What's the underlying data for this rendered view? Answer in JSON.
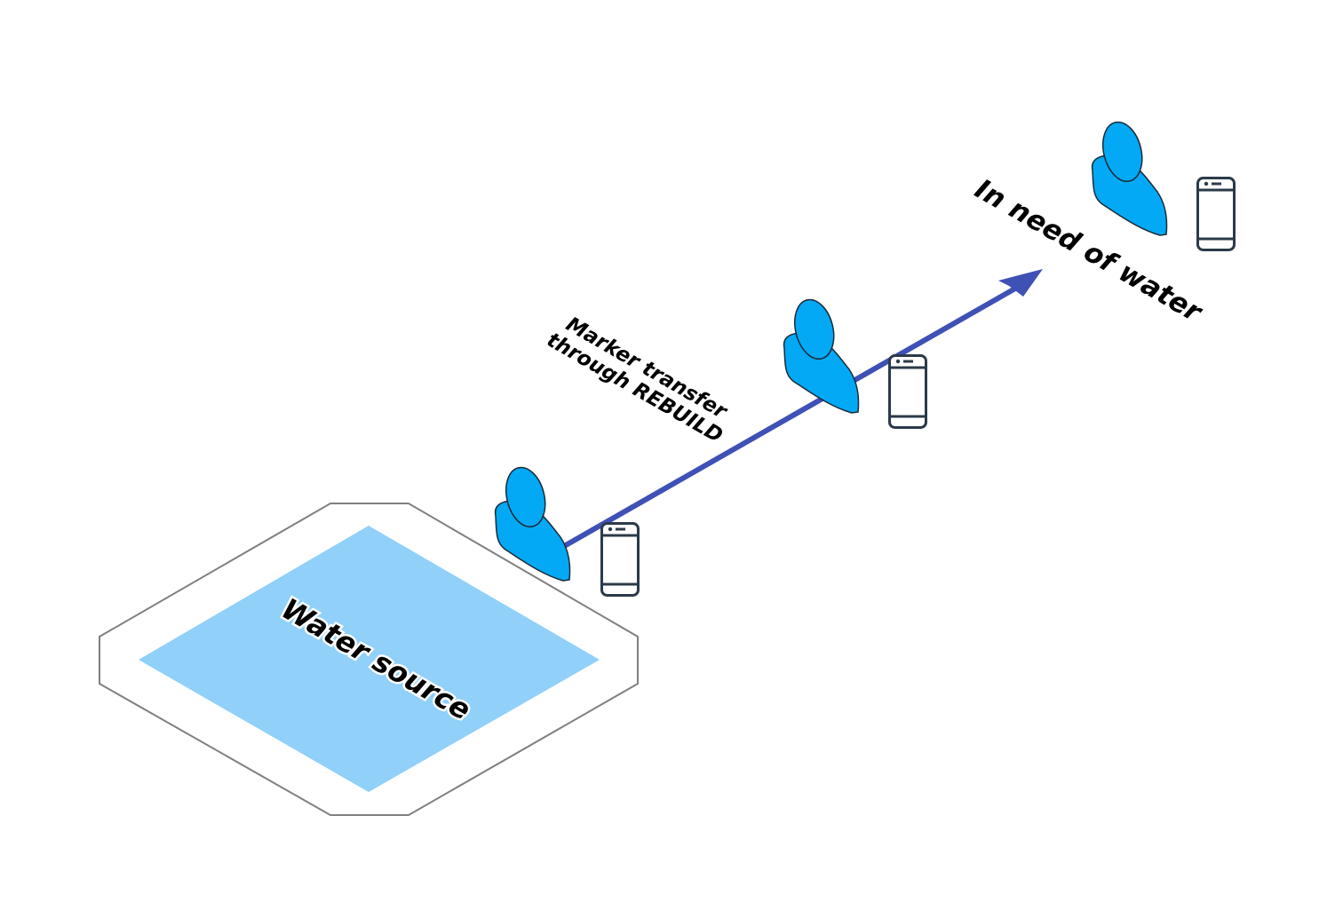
{
  "diagram": {
    "water_source_label": "Water source",
    "transfer_label_line1": "Marker transfer",
    "transfer_label_line2": "through REBUILD",
    "destination_label": "In need of water",
    "people": [
      {
        "role": "person-at-source"
      },
      {
        "role": "relay-person"
      },
      {
        "role": "person-in-need"
      }
    ],
    "colors": {
      "person": "#03a9f4",
      "person_outline": "#1b2a38",
      "phone": "#2b3a4a",
      "arrow": "#3f51b5",
      "water": "#90d0f9",
      "platform_outline": "#808080"
    },
    "icons": {
      "person": "user-icon",
      "phone": "smartphone-icon",
      "arrow": "arrow-right-icon"
    }
  }
}
